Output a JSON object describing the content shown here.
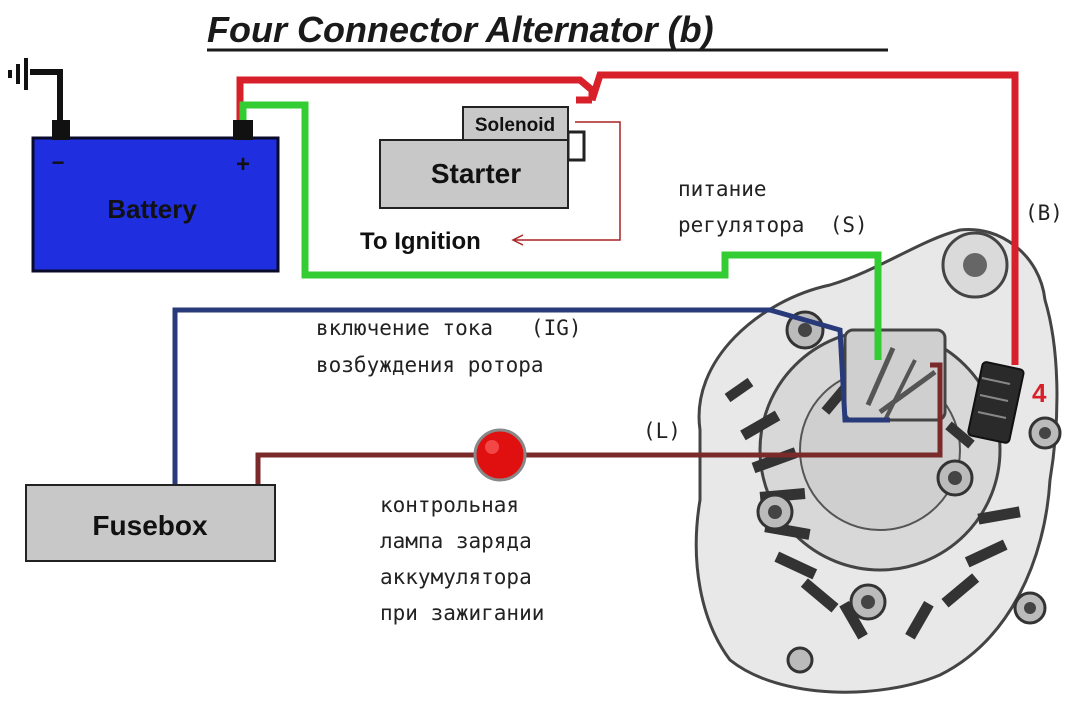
{
  "title": "Four Connector Alternator (b)",
  "components": {
    "battery": {
      "label": "Battery",
      "minus": "−",
      "plus": "+"
    },
    "solenoid": {
      "label": "Solenoid"
    },
    "starter": {
      "label": "Starter"
    },
    "ignition": {
      "label": "To Ignition"
    },
    "fusebox": {
      "label": "Fusebox"
    }
  },
  "annotations": {
    "regulator_line1": "питание",
    "regulator_line2": "регулятора  (S)",
    "b_terminal": "(B)",
    "ig_line1": "включение тока   (IG)",
    "ig_line2": "возбуждения ротора",
    "l_terminal": "(L)",
    "lamp_line1": "контрольная",
    "lamp_line2": "лампа заряда",
    "lamp_line3": "аккумулятора",
    "lamp_line4": "при зажигании",
    "connector_number": "4"
  },
  "colors": {
    "red_wire": "#d8202a",
    "green_wire": "#33cc33",
    "blue_wire": "#283a7a",
    "brown_wire": "#7a2a2a",
    "battery": "#1f2fe0",
    "box_gray": "#c8c8c8",
    "lamp": "#e01010"
  }
}
